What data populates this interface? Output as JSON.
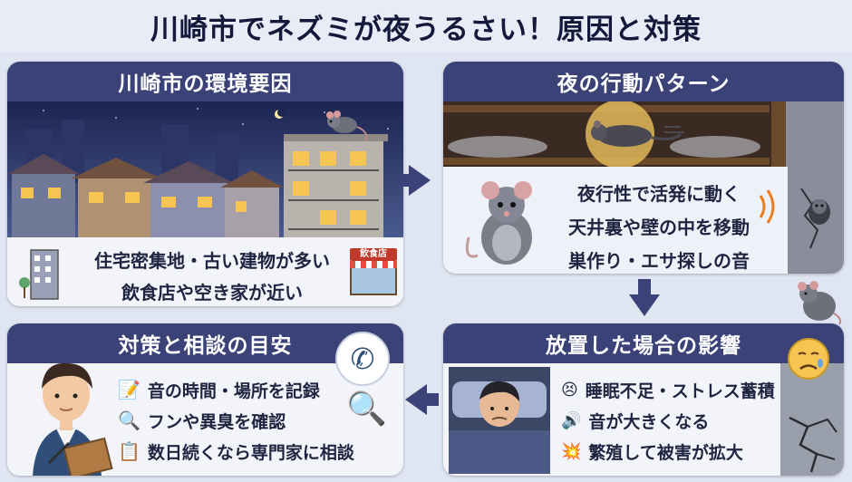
{
  "title": "川崎市でネズミが夜うるさい！原因と対策",
  "panels": {
    "environment": {
      "heading": "川崎市の環境要因",
      "lines": [
        "住宅密集地・古い建物が多い",
        "飲食店や空き家が近い"
      ],
      "shop_sign": "飲食店"
    },
    "night": {
      "heading": "夜の行動パターン",
      "lines": [
        "夜行性で活発に動く",
        "天井裏や壁の中を移動",
        "巣作り・エサ探しの音"
      ]
    },
    "measures": {
      "heading": "対策と相談の目安",
      "items": [
        {
          "icon": "notepad-icon",
          "text": "音の時間・場所を記録"
        },
        {
          "icon": "magnifier-icon",
          "text": "フンや異臭を確認"
        },
        {
          "icon": "clipboard-icon",
          "text": "数日続くなら専門家に相談"
        }
      ]
    },
    "impact": {
      "heading": "放置した場合の影響",
      "items": [
        {
          "icon": "sleepy-face-icon",
          "text": "睡眠不足・ストレス蓄積"
        },
        {
          "icon": "speaker-icon",
          "text": "音が大きくなる"
        },
        {
          "icon": "crack-icon",
          "text": "繁殖して被害が拡大"
        }
      ]
    }
  },
  "colors": {
    "accent": "#3a4278",
    "background": "#dfe5f1",
    "panel": "#ffffff",
    "warm_light": "#f5c451"
  }
}
